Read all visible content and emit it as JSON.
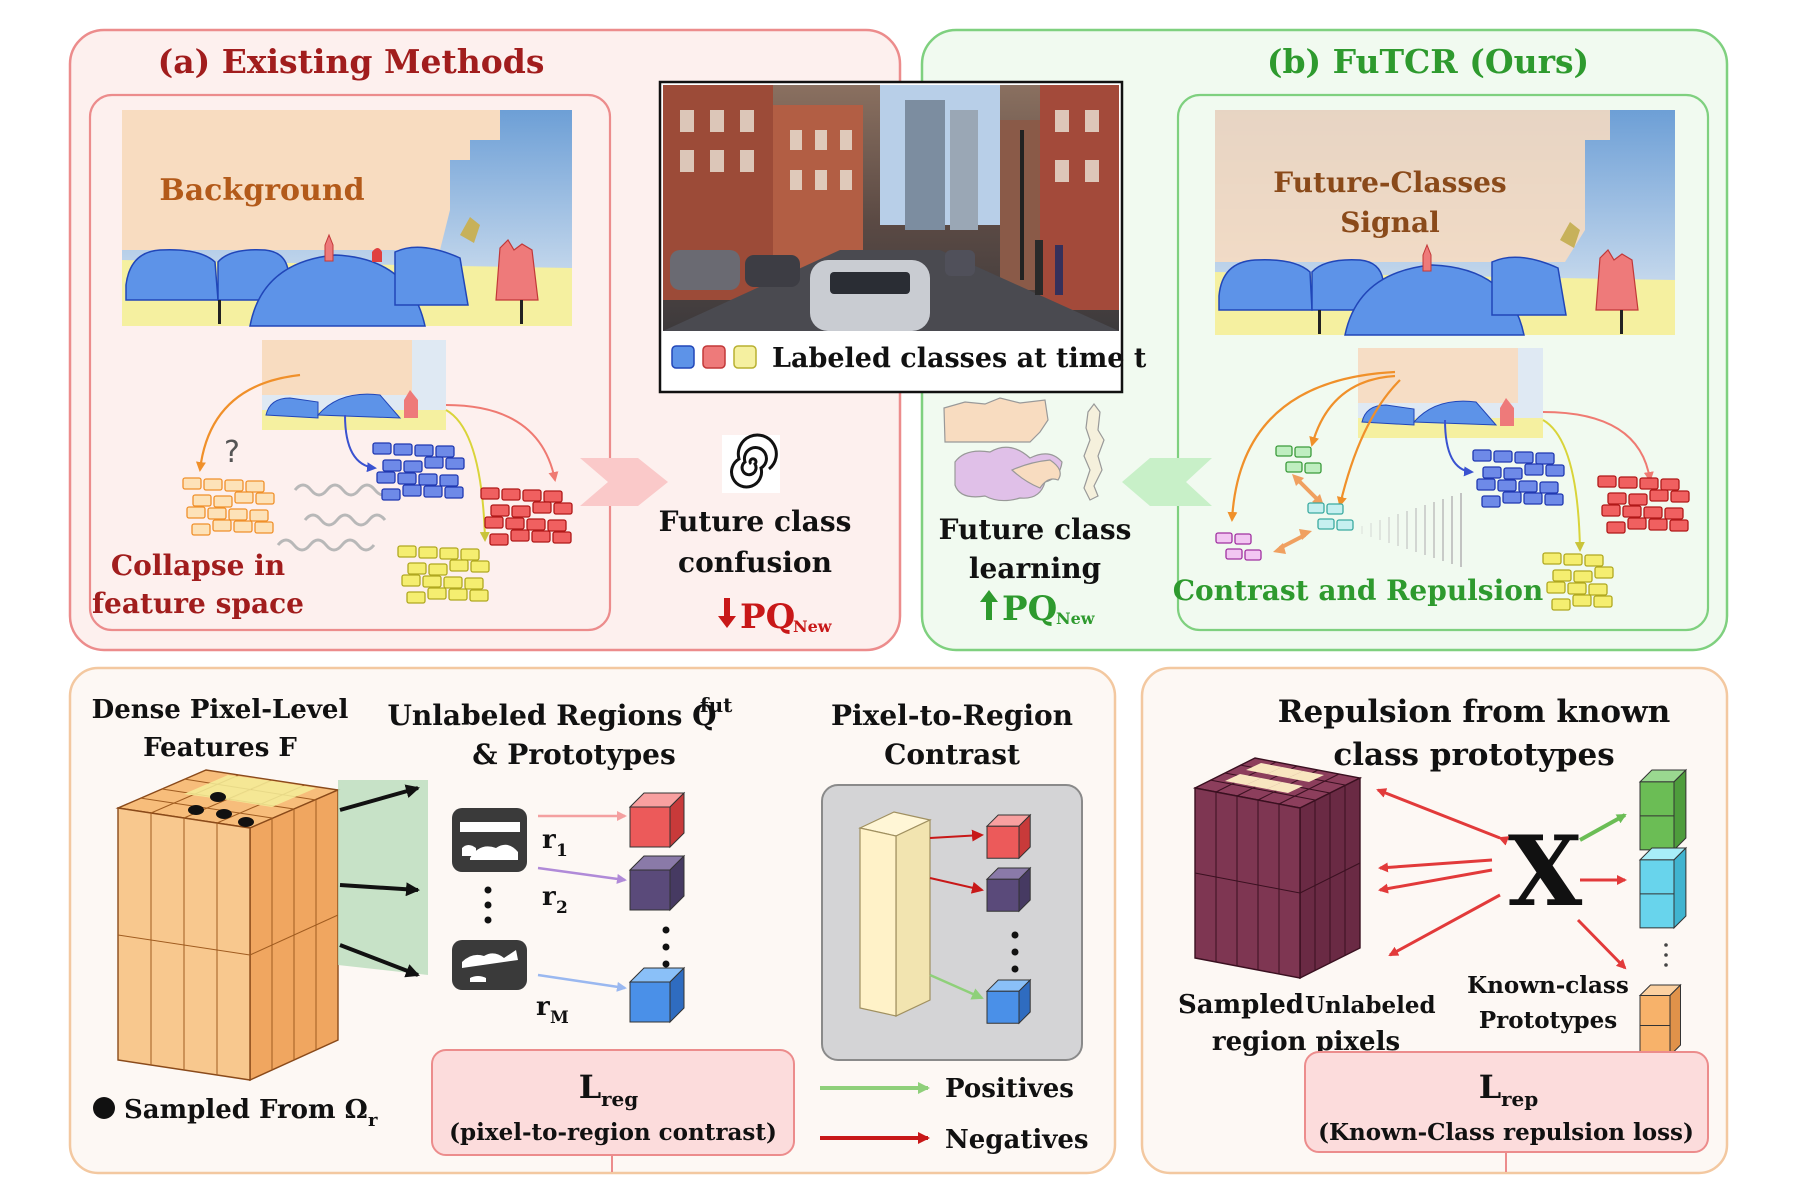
{
  "panel_a": {
    "title": "(a) Existing Methods",
    "scene_label": "Background",
    "question": "?",
    "collapse_line1": "Collapse in",
    "collapse_line2": "feature space",
    "confusion_line1": "Future class",
    "confusion_line2": "confusion",
    "pq_main": "PQ",
    "pq_sub": "New"
  },
  "center_image": {
    "legend_text": "Labeled classes at time t"
  },
  "panel_b": {
    "title": "(b) FuTCR (Ours)",
    "signal_line1": "Future-Classes",
    "signal_line2": "Signal",
    "learning_line1": "Future class",
    "learning_line2": "learning",
    "pq_main": "PQ",
    "pq_sub": "New",
    "contrast_label": "Contrast and Repulsion"
  },
  "panel_c": {
    "dense_line1": "Dense  Pixel-Level",
    "dense_line2": "Features F",
    "sampled_label": "Sampled From Ω",
    "sampled_sub": "r",
    "regions_line1": "Unlabeled Regions Q",
    "regions_sup": "fut",
    "regions_line2": "& Prototypes",
    "r1": "r",
    "r1_sub": "1",
    "r2": "r",
    "r2_sub": "2",
    "rm": "r",
    "rm_sub": "M",
    "p2r_line1": "Pixel-to-Region",
    "p2r_line2": "Contrast",
    "loss_main": "L",
    "loss_sub": "reg",
    "loss_desc": "(pixel-to-region contrast)",
    "positives": "Positives",
    "negatives": "Negatives"
  },
  "panel_d": {
    "title_line1": "Repulsion from known",
    "title_line2": "class prototypes",
    "x_mark": "X",
    "sampled_line1a": "Sampled ",
    "sampled_line1b": "Unlabeled",
    "sampled_line2": "region pixels",
    "known_line1": "Known-class",
    "known_line2": "Prototypes",
    "loss_main": "L",
    "loss_sub": "rep",
    "loss_desc": "(Known-Class repulsion loss)"
  },
  "colors": {
    "red_title": "#a11d1d",
    "green_title": "#2e9a2e",
    "box_red_bg": "#fdf0ee",
    "box_green_bg": "#f1faf0",
    "box_orange_bg": "#fdf8f4",
    "seg_blue": "#5d93e8",
    "seg_red": "#ee7a7a",
    "seg_yellow": "#f5f0a0",
    "seg_bg": "#f8dcc0"
  }
}
